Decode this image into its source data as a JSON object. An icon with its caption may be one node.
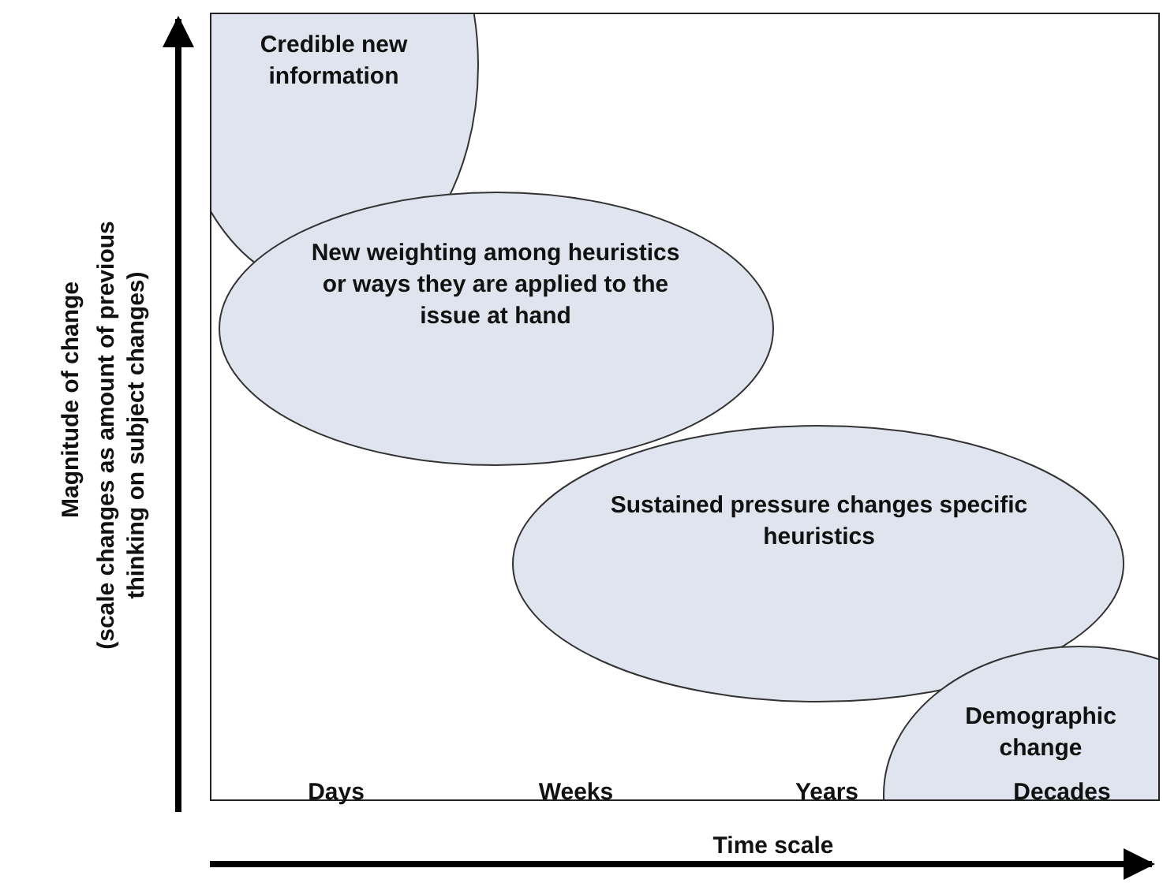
{
  "diagram": {
    "nodes": [
      {
        "text": [
          "Credible new information"
        ]
      },
      {
        "text": [
          "New weighting among heuristics or ways they are applied to the issue at hand"
        ]
      },
      {
        "text": [
          "Sustained pressure changes specific heuristics"
        ]
      },
      {
        "text": [
          "Demographic change"
        ]
      }
    ],
    "labels": [
      "Magnitude of change",
      "(scale changes as amount of previous thinking on subject changes)",
      "Days",
      "Weeks",
      "Years",
      "Decades",
      "Time scale"
    ]
  }
}
